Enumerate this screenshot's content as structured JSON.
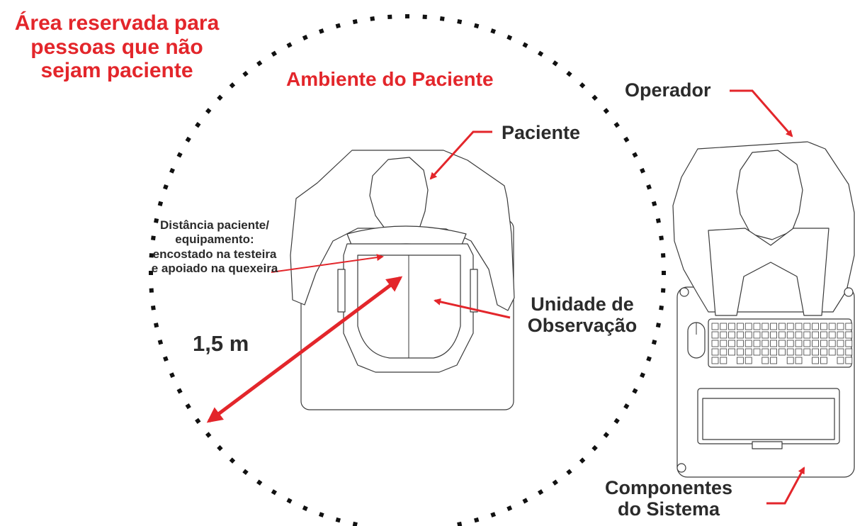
{
  "title_area": "Área reservada para pessoas que não sejam paciente",
  "ambiente_label": "Ambiente do Paciente",
  "labels": {
    "paciente": "Paciente",
    "operador": "Operador",
    "unidade": "Unidade de Observação",
    "componentes": "Componentes do Sistema",
    "distancia": "Distância paciente/ equipamento: encostado na testeira e apoiado na quexeira",
    "radius": "1,5 m"
  },
  "colors": {
    "accent": "#e3262b",
    "text": "#2b2b2b",
    "dots": "#111111"
  }
}
